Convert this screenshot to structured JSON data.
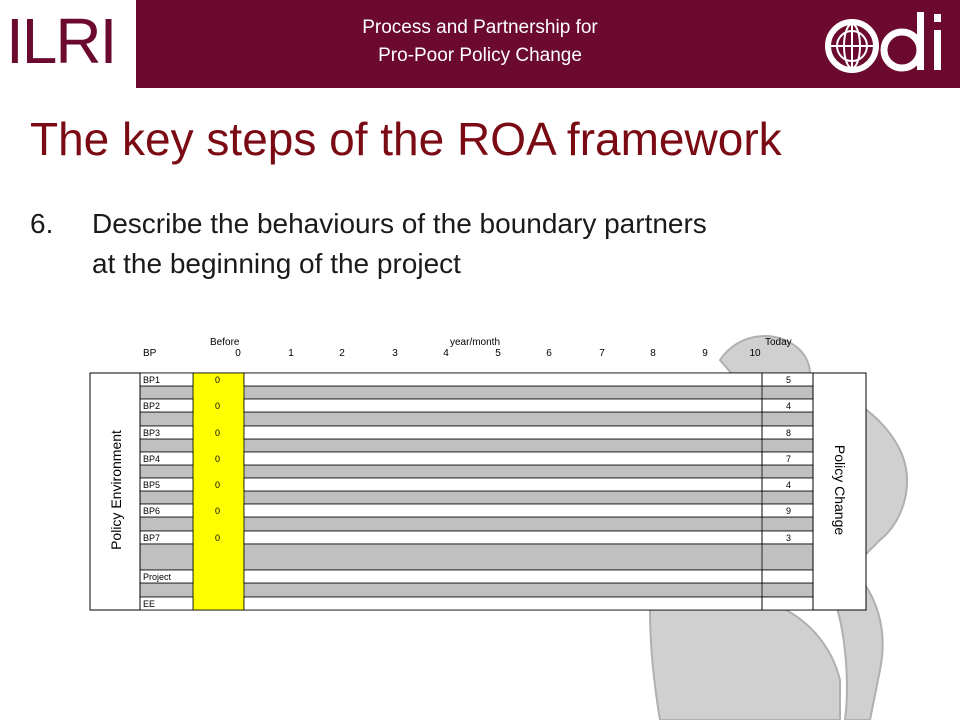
{
  "header": {
    "logo": "ILRI",
    "subtitle_line1": "Process and Partnership for",
    "subtitle_line2": "Pro-Poor Policy Change",
    "partner_logo": "odi",
    "colors": {
      "brand": "#6b0a2e",
      "title": "#7a0a14"
    }
  },
  "title": "The key steps of the ROA framework",
  "step": {
    "number": "6.",
    "line1": "Describe the behaviours of the boundary partners",
    "line2": "at the beginning of the project"
  },
  "diagram": {
    "header_before": "Before",
    "header_yearmonth": "year/month",
    "header_today": "Today",
    "col_header_bp": "BP",
    "scale": [
      "0",
      "1",
      "2",
      "3",
      "4",
      "5",
      "6",
      "7",
      "8",
      "9",
      "10"
    ],
    "left_label": "Policy Environment",
    "right_label": "Policy Change",
    "rows": [
      {
        "label": "BP1",
        "before": "0",
        "today": "5"
      },
      {
        "label": "BP2",
        "before": "0",
        "today": "4"
      },
      {
        "label": "BP3",
        "before": "0",
        "today": "8"
      },
      {
        "label": "BP4",
        "before": "0",
        "today": "7"
      },
      {
        "label": "BP5",
        "before": "0",
        "today": "4"
      },
      {
        "label": "BP6",
        "before": "0",
        "today": "9"
      },
      {
        "label": "BP7",
        "before": "0",
        "today": "3"
      },
      {
        "label": "",
        "before": "",
        "today": ""
      },
      {
        "label": "Project",
        "before": "",
        "today": ""
      },
      {
        "label": "EE",
        "before": "",
        "today": ""
      }
    ],
    "colors": {
      "before_col": "#ffff00",
      "separator": "#c0c0c0",
      "grid": "#000000",
      "background_art": "#c8c8c8"
    }
  }
}
